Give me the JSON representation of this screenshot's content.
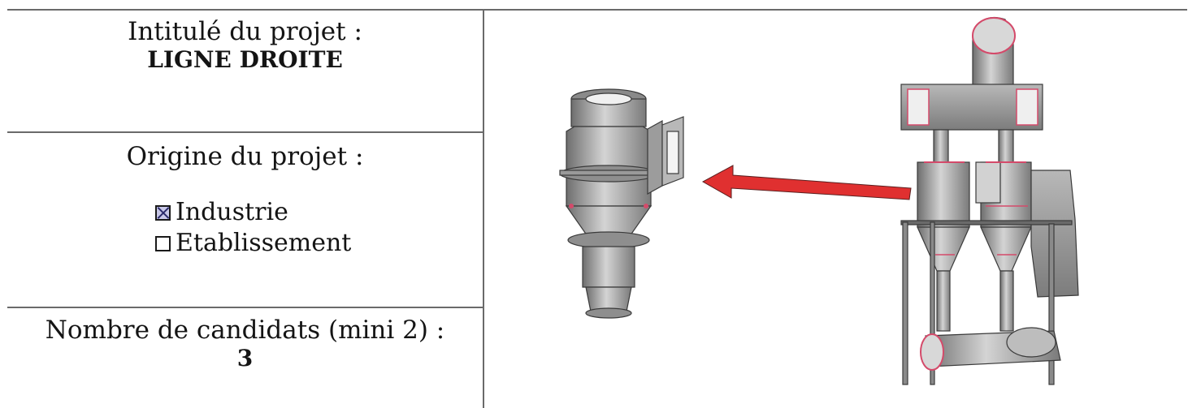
{
  "form": {
    "project_title_label": "Intitulé du projet :",
    "project_title_value": "LIGNE DROITE",
    "origin_label": "Origine du projet :",
    "origin_options": [
      {
        "label": "Industrie",
        "checked": true
      },
      {
        "label": "Etablissement",
        "checked": false
      }
    ],
    "candidates_label": "Nombre de candidats (mini 2) :",
    "candidates_value": "3"
  },
  "illustration": {
    "subject": "cyclone separator assembly",
    "colors": {
      "metal": "#9a9a9a",
      "highlight": "#d44a6a",
      "arrow": "#e03030"
    }
  }
}
